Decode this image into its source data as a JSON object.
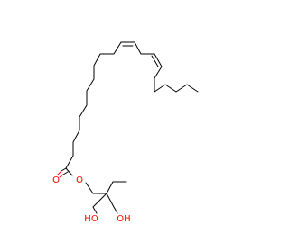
{
  "molecule": {
    "colors": {
      "bond": "#000000",
      "oxygen": "#ff0000",
      "background": "#ffffff"
    },
    "atoms": {
      "ester_carbonyl_o": {
        "element": "O",
        "label": "O"
      },
      "ester_bridge_o": {
        "element": "O",
        "label": "O"
      },
      "hydroxyl_left": {
        "element": "O",
        "label": "HO"
      },
      "hydroxyl_right": {
        "element": "O",
        "label": "OH"
      }
    }
  }
}
